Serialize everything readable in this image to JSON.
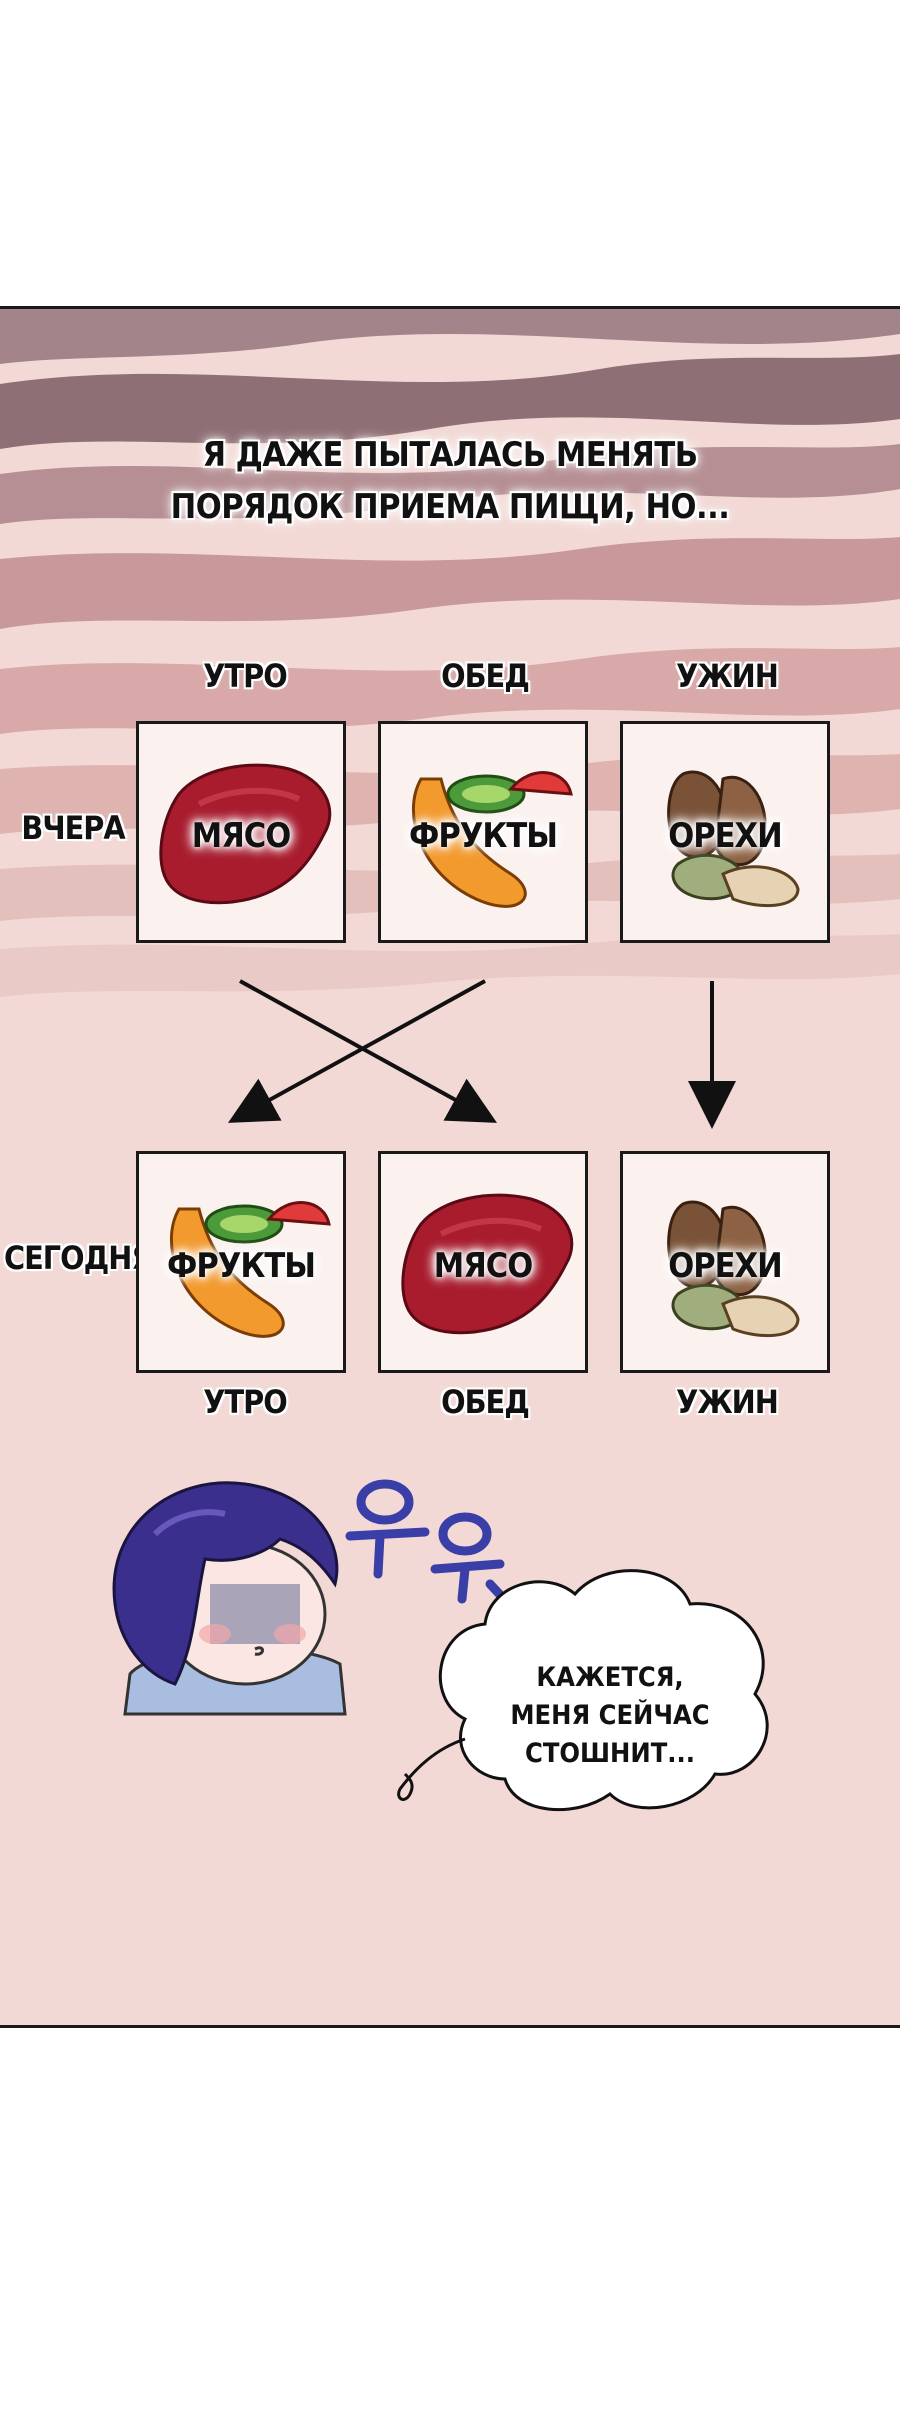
{
  "caption": {
    "line1": "Я ДАЖЕ ПЫТАЛАСЬ МЕНЯТЬ",
    "line2": "ПОРЯДОК ПРИЕМА ПИЩИ, НО..."
  },
  "top_headers": [
    "УТРО",
    "ОБЕД",
    "УЖИН"
  ],
  "bottom_headers": [
    "УТРО",
    "ОБЕД",
    "УЖИН"
  ],
  "row_labels": {
    "yesterday": "ВЧЕРА",
    "today": "СЕГОДНЯ"
  },
  "yesterday": [
    "МЯСО",
    "ФРУКТЫ",
    "ОРЕХИ"
  ],
  "today": [
    "ФРУКТЫ",
    "МЯСО",
    "ОРЕХИ"
  ],
  "speech": {
    "line1": "КАЖЕТСЯ,",
    "line2": "МЕНЯ СЕЙЧАС",
    "line3": "СТОШНИТ..."
  },
  "colors": {
    "panel_bg": "#f2d9d5",
    "stripe_dark": "#9b7a80",
    "stripe_mid": "#d9a7a4",
    "meat": "#a81c2e",
    "fruit_orange": "#f39a2e",
    "nut_brown": "#7a5238",
    "hair": "#3a2f8c"
  }
}
